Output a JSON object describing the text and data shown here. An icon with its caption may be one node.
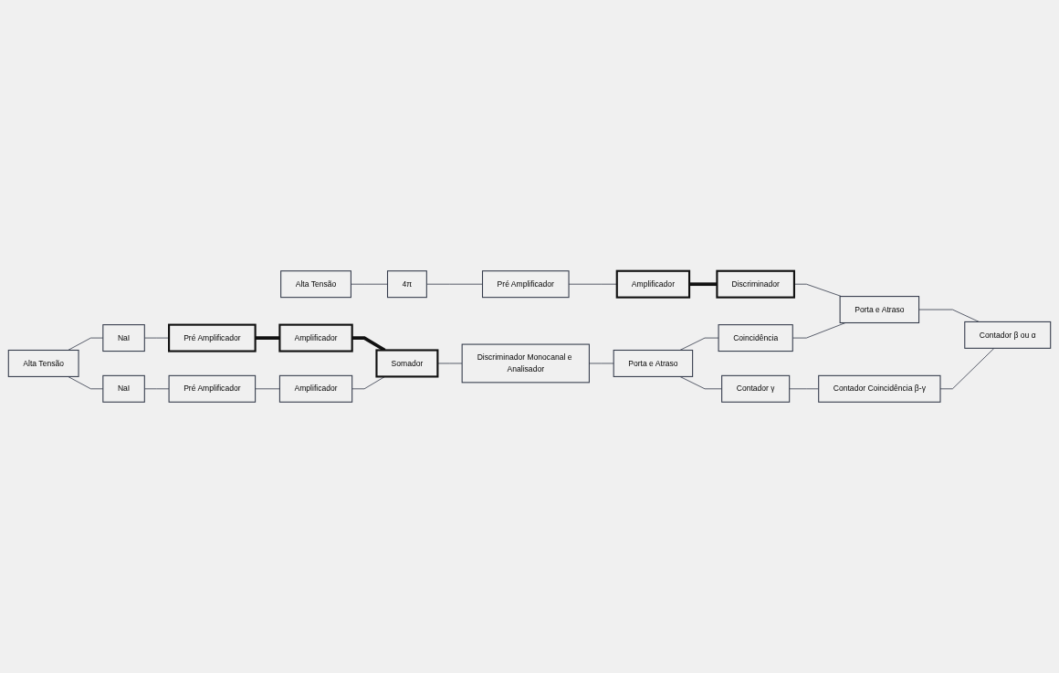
{
  "diagram": {
    "nodes": [
      {
        "text": [
          "NaI"
        ]
      },
      {
        "text": [
          "4π"
        ]
      },
      {
        "text": [
          "NaI"
        ]
      },
      {
        "text": [
          "Pré Amplificador"
        ]
      },
      {
        "text": [
          "Alta Tensão"
        ]
      },
      {
        "text": [
          "Amplificador"
        ]
      },
      {
        "text": [
          "Somador"
        ]
      },
      {
        "text": [
          "Discriminador Monocanal e Analisador"
        ]
      },
      {
        "text": [
          "Porta e Atraso"
        ]
      },
      {
        "text": [
          "Contador γ"
        ]
      },
      {
        "text": [
          "Coincidência"
        ]
      },
      {
        "text": [
          "Contador Coincidência β-γ"
        ]
      },
      {
        "text": [
          "Pré Amplificador"
        ]
      },
      {
        "text": [
          "Amplificador"
        ]
      },
      {
        "text": [
          "Discriminador"
        ]
      },
      {
        "text": [
          "Porta e Atraso"
        ]
      },
      {
        "text": [
          "Contador β ou α"
        ]
      },
      {
        "text": [
          "Alta Tensão"
        ]
      },
      {
        "text": [
          "Pré Amplificador"
        ]
      },
      {
        "text": [
          "Amplificador"
        ]
      }
    ],
    "edges": [
      {
        "from": 0,
        "to": 3,
        "arrow": "none"
      },
      {
        "from": 4,
        "to": 0,
        "arrow": "none"
      },
      {
        "from": 4,
        "to": 2,
        "arrow": "none"
      },
      {
        "from": 3,
        "to": 5,
        "arrow": "none",
        "style": "thick"
      },
      {
        "from": 5,
        "to": 6,
        "arrow": "none",
        "style": "thick"
      },
      {
        "from": 6,
        "to": 7,
        "arrow": "none"
      },
      {
        "from": 7,
        "to": 8,
        "arrow": "none"
      },
      {
        "from": 8,
        "to": 9,
        "arrow": "none"
      },
      {
        "from": 8,
        "to": 10,
        "arrow": "none"
      },
      {
        "from": 9,
        "to": 11,
        "arrow": "none"
      },
      {
        "from": 1,
        "to": 12,
        "arrow": "none"
      },
      {
        "from": 17,
        "to": 1,
        "arrow": "none"
      },
      {
        "from": 12,
        "to": 13,
        "arrow": "none"
      },
      {
        "from": 13,
        "to": 14,
        "arrow": "none",
        "style": "thick"
      },
      {
        "from": 14,
        "to": 15,
        "arrow": "none"
      },
      {
        "from": 10,
        "to": 15,
        "arrow": "none"
      },
      {
        "from": 15,
        "to": 16,
        "arrow": "none"
      },
      {
        "from": 11,
        "to": 16,
        "arrow": "none"
      },
      {
        "from": 2,
        "to": 18,
        "arrow": "none"
      },
      {
        "from": 18,
        "to": 19,
        "arrow": "none"
      },
      {
        "from": 19,
        "to": 6,
        "arrow": "none"
      }
    ]
  }
}
